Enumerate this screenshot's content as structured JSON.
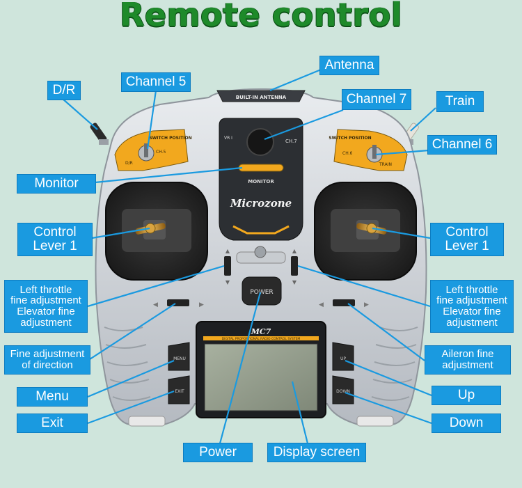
{
  "title": "Remote control",
  "device": {
    "antenna_plate": "BUILT-IN ANTENNA",
    "brand": "Microzone",
    "model": "MC7",
    "screen_banner": "DIGITAL PROPORTIONAL RADIO CONTROL SYSTEM",
    "monitor_text": "MONITOR",
    "ch7_text": "CH.7",
    "vr_text": "VR I",
    "power_text": "POWER",
    "switch_position_left": "SWITCH POSITION",
    "switch_position_right": "SWITCH POSITION",
    "ch5_text": "CH.5",
    "dr_text": "D/R",
    "ch6_text": "CH.6",
    "train_text": "TRAIN",
    "menu_key": "MENU",
    "exit_key": "EXIT",
    "up_key": "UP",
    "down_key": "DOWN"
  },
  "labels": {
    "antenna": "Antenna",
    "dr": "D/R",
    "channel5": "Channel 5",
    "channel7": "Channel 7",
    "train": "Train",
    "channel6": "Channel 6",
    "monitor": "Monitor",
    "control_lever_left": "Control\nLever 1",
    "control_lever_right": "Control\nLever 1",
    "left_throttle_left": "Left throttle\nfine adjustment\nElevator fine\nadjustment",
    "left_throttle_right": "Left throttle\nfine adjustment\nElevator fine\nadjustment",
    "fine_direction": "Fine adjustment\nof direction",
    "aileron": "Aileron fine\nadjustment",
    "menu": "Menu",
    "up": "Up",
    "exit": "Exit",
    "down": "Down",
    "power": "Power",
    "display_screen": "Display screen"
  }
}
